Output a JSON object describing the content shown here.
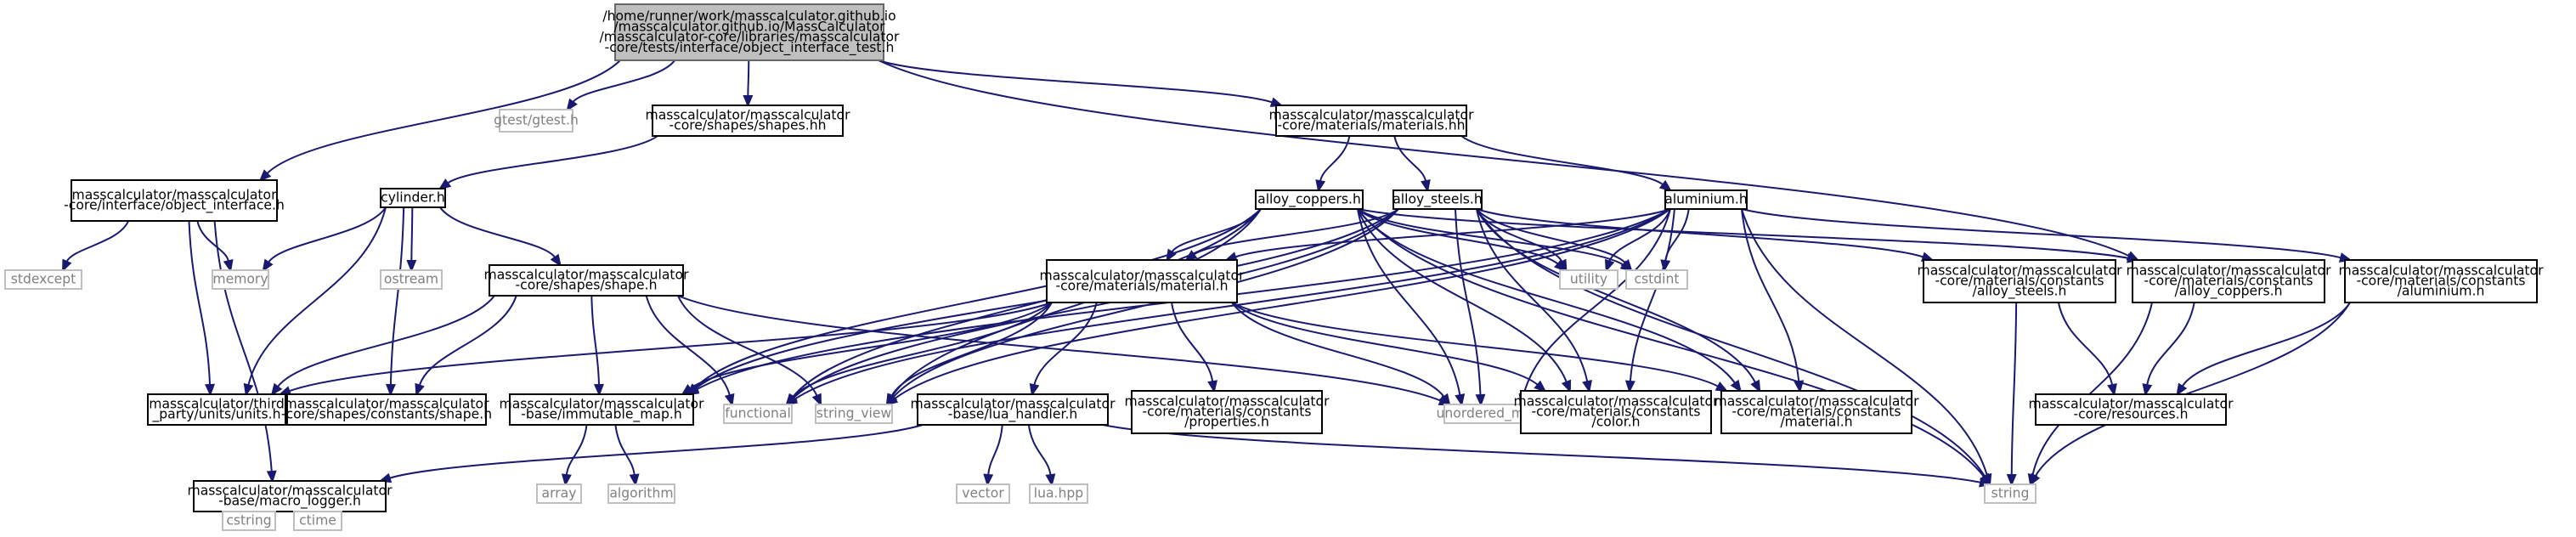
{
  "nodes": [
    {
      "id": "root",
      "kind": "root",
      "lines": [
        "/home/runner/work/masscalculator.github.io",
        "/masscalculator.github.io/MassCalculator",
        "/masscalculator-core/libraries/masscalculator",
        "-core/tests/interface/object_interface_test.h"
      ]
    },
    {
      "id": "gtest",
      "kind": "sys",
      "lines": [
        "gtest/gtest.h"
      ]
    },
    {
      "id": "shapes_hh",
      "kind": "normal",
      "lines": [
        "masscalculator/masscalculator",
        "-core/shapes/shapes.hh"
      ]
    },
    {
      "id": "materials_hh",
      "kind": "normal",
      "lines": [
        "masscalculator/masscalculator",
        "-core/materials/materials.hh"
      ]
    },
    {
      "id": "object_interface",
      "kind": "normal",
      "lines": [
        "masscalculator/masscalculator",
        "-core/interface/object_interface.h"
      ]
    },
    {
      "id": "cylinder",
      "kind": "normal",
      "lines": [
        "cylinder.h"
      ]
    },
    {
      "id": "alloy_coppers",
      "kind": "normal",
      "lines": [
        "alloy_coppers.h"
      ]
    },
    {
      "id": "alloy_steels",
      "kind": "normal",
      "lines": [
        "alloy_steels.h"
      ]
    },
    {
      "id": "aluminium",
      "kind": "normal",
      "lines": [
        "aluminium.h"
      ]
    },
    {
      "id": "stdexcept",
      "kind": "sys",
      "lines": [
        "stdexcept"
      ]
    },
    {
      "id": "memory",
      "kind": "sys",
      "lines": [
        "memory"
      ]
    },
    {
      "id": "ostream",
      "kind": "sys",
      "lines": [
        "ostream"
      ]
    },
    {
      "id": "shape_h",
      "kind": "normal",
      "lines": [
        "masscalculator/masscalculator",
        "-core/shapes/shape.h"
      ]
    },
    {
      "id": "material_h",
      "kind": "normal",
      "lines": [
        "masscalculator/masscalculator",
        "-core/materials/material.h"
      ]
    },
    {
      "id": "utility",
      "kind": "sys",
      "lines": [
        "utility"
      ]
    },
    {
      "id": "cstdint",
      "kind": "sys",
      "lines": [
        "cstdint"
      ]
    },
    {
      "id": "c_alloy_steels",
      "kind": "normal",
      "lines": [
        "masscalculator/masscalculator",
        "-core/materials/constants",
        "/alloy_steels.h"
      ]
    },
    {
      "id": "c_alloy_coppers",
      "kind": "normal",
      "lines": [
        "masscalculator/masscalculator",
        "-core/materials/constants",
        "/alloy_coppers.h"
      ]
    },
    {
      "id": "c_aluminium",
      "kind": "normal",
      "lines": [
        "masscalculator/masscalculator",
        "-core/materials/constants",
        "/aluminium.h"
      ]
    },
    {
      "id": "units",
      "kind": "normal",
      "lines": [
        "masscalculator/third",
        "_party/units/units.h"
      ]
    },
    {
      "id": "c_shape",
      "kind": "normal",
      "lines": [
        "masscalculator/masscalculator",
        "-core/shapes/constants/shape.h"
      ]
    },
    {
      "id": "immutable_map",
      "kind": "normal",
      "lines": [
        "masscalculator/masscalculator",
        "-base/immutable_map.h"
      ]
    },
    {
      "id": "functional",
      "kind": "sys",
      "lines": [
        "functional"
      ]
    },
    {
      "id": "string_view",
      "kind": "sys",
      "lines": [
        "string_view"
      ]
    },
    {
      "id": "lua_handler",
      "kind": "normal",
      "lines": [
        "masscalculator/masscalculator",
        "-base/lua_handler.h"
      ]
    },
    {
      "id": "c_properties",
      "kind": "normal",
      "lines": [
        "masscalculator/masscalculator",
        "-core/materials/constants",
        "/properties.h"
      ]
    },
    {
      "id": "unordered_map",
      "kind": "sys",
      "lines": [
        "unordered_map"
      ]
    },
    {
      "id": "c_color",
      "kind": "normal",
      "lines": [
        "masscalculator/masscalculator",
        "-core/materials/constants",
        "/color.h"
      ]
    },
    {
      "id": "c_material",
      "kind": "normal",
      "lines": [
        "masscalculator/masscalculator",
        "-core/materials/constants",
        "/material.h"
      ]
    },
    {
      "id": "resources",
      "kind": "normal",
      "lines": [
        "masscalculator/masscalculator",
        "-core/resources.h"
      ]
    },
    {
      "id": "macro_logger",
      "kind": "normal",
      "lines": [
        "masscalculator/masscalculator",
        "-base/macro_logger.h"
      ]
    },
    {
      "id": "array",
      "kind": "sys",
      "lines": [
        "array"
      ]
    },
    {
      "id": "algorithm",
      "kind": "sys",
      "lines": [
        "algorithm"
      ]
    },
    {
      "id": "vector",
      "kind": "sys",
      "lines": [
        "vector"
      ]
    },
    {
      "id": "lua_hpp",
      "kind": "sys",
      "lines": [
        "lua.hpp"
      ]
    },
    {
      "id": "string",
      "kind": "sys",
      "lines": [
        "string"
      ]
    },
    {
      "id": "cstring",
      "kind": "sys",
      "lines": [
        "cstring"
      ]
    },
    {
      "id": "ctime",
      "kind": "sys",
      "lines": [
        "ctime"
      ]
    }
  ],
  "edges": [
    [
      "root",
      "gtest"
    ],
    [
      "root",
      "shapes_hh"
    ],
    [
      "root",
      "materials_hh"
    ],
    [
      "root",
      "object_interface"
    ],
    [
      "root",
      "c_alloy_coppers"
    ],
    [
      "shapes_hh",
      "cylinder"
    ],
    [
      "materials_hh",
      "alloy_coppers"
    ],
    [
      "materials_hh",
      "alloy_steels"
    ],
    [
      "materials_hh",
      "aluminium"
    ],
    [
      "object_interface",
      "stdexcept"
    ],
    [
      "object_interface",
      "memory"
    ],
    [
      "object_interface",
      "units"
    ],
    [
      "object_interface",
      "macro_logger"
    ],
    [
      "cylinder",
      "memory"
    ],
    [
      "cylinder",
      "ostream"
    ],
    [
      "cylinder",
      "shape_h"
    ],
    [
      "cylinder",
      "units"
    ],
    [
      "cylinder",
      "c_shape"
    ],
    [
      "shape_h",
      "units"
    ],
    [
      "shape_h",
      "c_shape"
    ],
    [
      "shape_h",
      "immutable_map"
    ],
    [
      "shape_h",
      "functional"
    ],
    [
      "shape_h",
      "string_view"
    ],
    [
      "shape_h",
      "unordered_map"
    ],
    [
      "alloy_coppers",
      "material_h"
    ],
    [
      "alloy_coppers",
      "utility"
    ],
    [
      "alloy_coppers",
      "cstdint"
    ],
    [
      "alloy_coppers",
      "c_alloy_coppers"
    ],
    [
      "alloy_coppers",
      "immutable_map"
    ],
    [
      "alloy_coppers",
      "functional"
    ],
    [
      "alloy_coppers",
      "string_view"
    ],
    [
      "alloy_coppers",
      "unordered_map"
    ],
    [
      "alloy_coppers",
      "c_color"
    ],
    [
      "alloy_coppers",
      "c_material"
    ],
    [
      "alloy_coppers",
      "string"
    ],
    [
      "alloy_steels",
      "material_h"
    ],
    [
      "alloy_steels",
      "utility"
    ],
    [
      "alloy_steels",
      "cstdint"
    ],
    [
      "alloy_steels",
      "c_alloy_steels"
    ],
    [
      "alloy_steels",
      "immutable_map"
    ],
    [
      "alloy_steels",
      "functional"
    ],
    [
      "alloy_steels",
      "string_view"
    ],
    [
      "alloy_steels",
      "unordered_map"
    ],
    [
      "alloy_steels",
      "c_color"
    ],
    [
      "alloy_steels",
      "c_material"
    ],
    [
      "alloy_steels",
      "string"
    ],
    [
      "aluminium",
      "material_h"
    ],
    [
      "aluminium",
      "utility"
    ],
    [
      "aluminium",
      "cstdint"
    ],
    [
      "aluminium",
      "c_aluminium"
    ],
    [
      "aluminium",
      "immutable_map"
    ],
    [
      "aluminium",
      "functional"
    ],
    [
      "aluminium",
      "string_view"
    ],
    [
      "aluminium",
      "unordered_map"
    ],
    [
      "aluminium",
      "c_color"
    ],
    [
      "aluminium",
      "c_material"
    ],
    [
      "aluminium",
      "string"
    ],
    [
      "material_h",
      "units"
    ],
    [
      "material_h",
      "immutable_map"
    ],
    [
      "material_h",
      "functional"
    ],
    [
      "material_h",
      "string_view"
    ],
    [
      "material_h",
      "lua_handler"
    ],
    [
      "material_h",
      "c_properties"
    ],
    [
      "material_h",
      "unordered_map"
    ],
    [
      "material_h",
      "c_color"
    ],
    [
      "material_h",
      "c_material"
    ],
    [
      "c_alloy_steels",
      "resources"
    ],
    [
      "c_alloy_steels",
      "string"
    ],
    [
      "c_alloy_coppers",
      "resources"
    ],
    [
      "c_alloy_coppers",
      "string"
    ],
    [
      "c_aluminium",
      "resources"
    ],
    [
      "c_aluminium",
      "string"
    ],
    [
      "immutable_map",
      "array"
    ],
    [
      "immutable_map",
      "algorithm"
    ],
    [
      "lua_handler",
      "macro_logger"
    ],
    [
      "lua_handler",
      "vector"
    ],
    [
      "lua_handler",
      "lua_hpp"
    ],
    [
      "lua_handler",
      "string"
    ],
    [
      "macro_logger",
      "cstring"
    ],
    [
      "macro_logger",
      "ctime"
    ]
  ]
}
